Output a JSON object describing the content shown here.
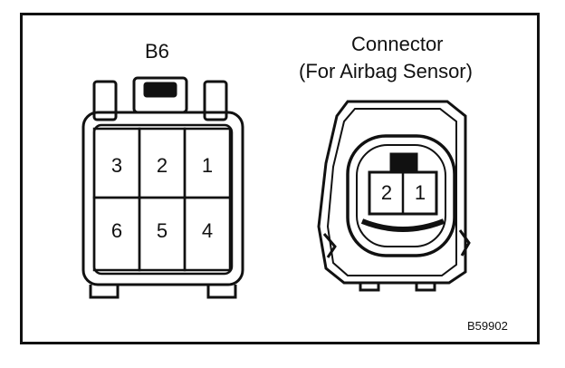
{
  "left_connector": {
    "label": "B6",
    "pins": [
      "3",
      "2",
      "1",
      "6",
      "5",
      "4"
    ]
  },
  "right_connector": {
    "title": "Connector",
    "subtitle": "(For Airbag Sensor)",
    "pins": [
      "2",
      "1"
    ]
  },
  "figure_code": "B59902"
}
